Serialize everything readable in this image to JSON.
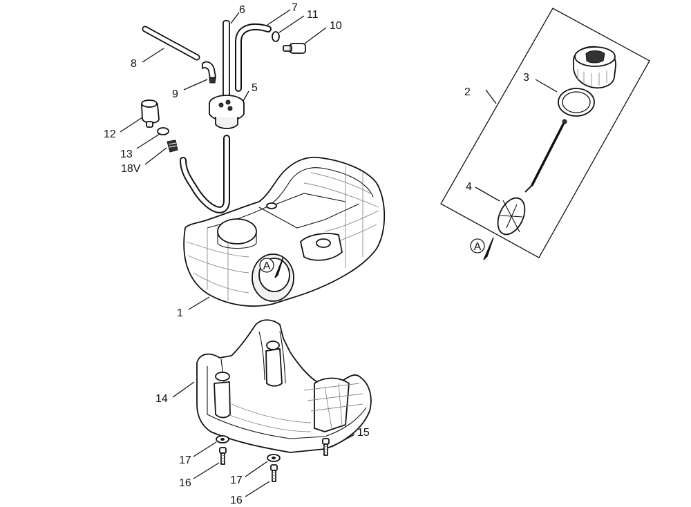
{
  "callouts": {
    "c1": "1",
    "c2": "2",
    "c3": "3",
    "c4": "4",
    "c5": "5",
    "c6": "6",
    "c7": "7",
    "c8": "8",
    "c9": "9",
    "c10": "10",
    "c11": "11",
    "c12": "12",
    "c13": "13",
    "c14": "14",
    "c15": "15",
    "c16a": "16",
    "c16b": "16",
    "c17a": "17",
    "c17b": "17",
    "c18v": "18V"
  },
  "view_marker": "A"
}
